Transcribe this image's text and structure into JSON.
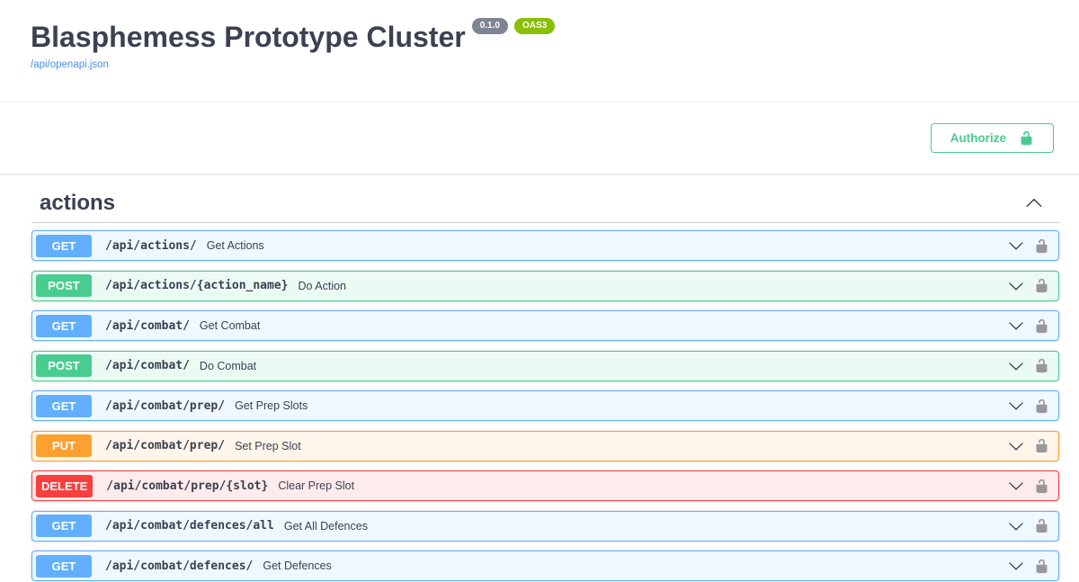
{
  "info": {
    "title": "Blasphemess Prototype Cluster",
    "version_badge": "0.1.0",
    "oas_badge": "OAS3",
    "spec_link": "/api/openapi.json"
  },
  "auth": {
    "authorize_label": "Authorize"
  },
  "section": {
    "title": "actions"
  },
  "endpoints": [
    {
      "method": "GET",
      "path": "/api/actions/",
      "summary": "Get Actions"
    },
    {
      "method": "POST",
      "path": "/api/actions/{action_name}",
      "summary": "Do Action"
    },
    {
      "method": "GET",
      "path": "/api/combat/",
      "summary": "Get Combat"
    },
    {
      "method": "POST",
      "path": "/api/combat/",
      "summary": "Do Combat"
    },
    {
      "method": "GET",
      "path": "/api/combat/prep/",
      "summary": "Get Prep Slots"
    },
    {
      "method": "PUT",
      "path": "/api/combat/prep/",
      "summary": "Set Prep Slot"
    },
    {
      "method": "DELETE",
      "path": "/api/combat/prep/{slot}",
      "summary": "Clear Prep Slot"
    },
    {
      "method": "GET",
      "path": "/api/combat/defences/all",
      "summary": "Get All Defences"
    },
    {
      "method": "GET",
      "path": "/api/combat/defences/",
      "summary": "Get Defences"
    }
  ],
  "icons": {
    "authorize_lock": "unlock",
    "row_lock": "unlock",
    "row_chevron": "chevron-down",
    "section_chevron": "chevron-up"
  },
  "colors": {
    "get": "#61affe",
    "post": "#49cc90",
    "put": "#fca130",
    "delete": "#f93e3e",
    "authorize_accent": "#49cc90",
    "title_text": "#3b4151",
    "link": "#4990e2",
    "version_badge_bg": "#7d8492",
    "oas_badge_bg": "#89bf04"
  }
}
